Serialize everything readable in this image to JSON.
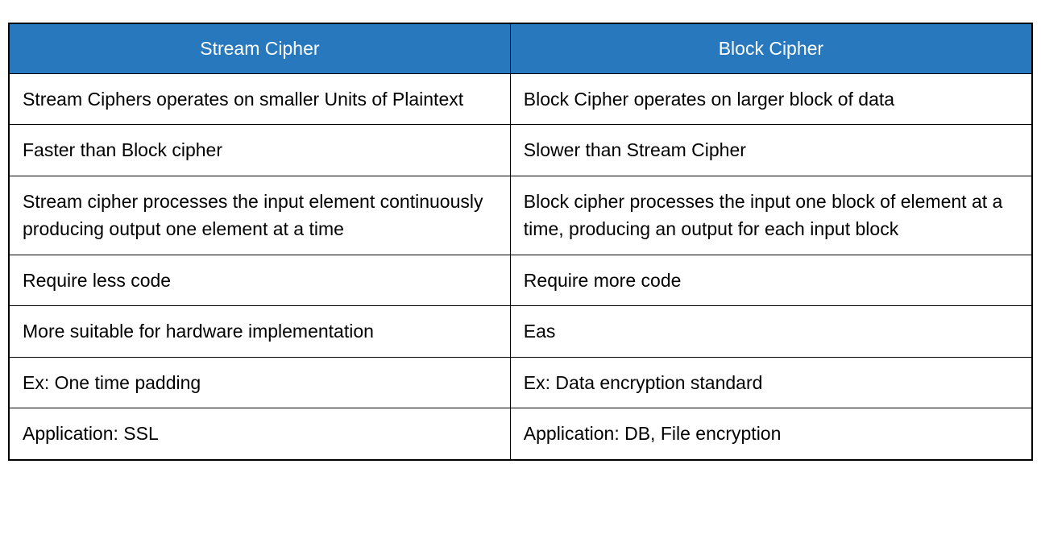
{
  "colors": {
    "header_bg": "#2878be",
    "header_text": "#ffffff",
    "border": "#000000"
  },
  "table": {
    "headers": [
      {
        "label": "Stream Cipher"
      },
      {
        "label": "Block Cipher"
      }
    ],
    "rows": [
      {
        "stream": "Stream Ciphers operates on smaller Units of Plaintext",
        "block": "Block Cipher operates on larger block of data"
      },
      {
        "stream": "Faster than Block cipher",
        "block": "Slower than Stream Cipher"
      },
      {
        "stream": "Stream cipher processes the input element continuously producing output one element at a time",
        "block": "Block cipher processes the input one block of element at a time, producing an output for each input block"
      },
      {
        "stream": "Require less code",
        "block": "Require more code"
      },
      {
        "stream": "More suitable for hardware implementation",
        "block": "Eas"
      },
      {
        "stream": "Ex: One time padding",
        "block": "Ex: Data encryption standard"
      },
      {
        "stream": "Application: SSL",
        "block": "Application: DB, File encryption"
      }
    ]
  }
}
